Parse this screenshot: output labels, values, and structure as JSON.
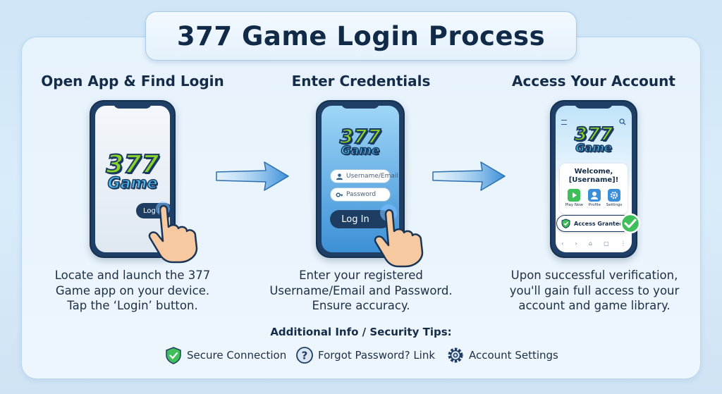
{
  "title": "377 Game Login Process",
  "logo": {
    "number": "377",
    "word": "Game"
  },
  "steps": [
    {
      "heading": "Open App & Find Login",
      "button_label": "Log In",
      "description": [
        "Locate and launch the 377",
        "Game app on your device.",
        "Tap the ‘Login’ button."
      ]
    },
    {
      "heading": "Enter Credentials",
      "username_placeholder": "Username/Email",
      "password_placeholder": "Password",
      "button_label": "Log In",
      "description": [
        "Enter your registered",
        "Username/Email and Password.",
        "Ensure accuracy."
      ]
    },
    {
      "heading": "Access Your Account",
      "welcome": [
        "Welcome,",
        "[Username]!"
      ],
      "actions": [
        "Play Now",
        "Profile",
        "Settings"
      ],
      "status": "Access Granted",
      "description": [
        "Upon successful verification,",
        "you'll gain full access to your",
        "account and game library."
      ]
    }
  ],
  "tips": {
    "heading": "Additional Info / Security Tips:",
    "items": [
      {
        "label": "Secure Connection",
        "icon": "shield-check-icon"
      },
      {
        "label": "Forgot Password? Link",
        "icon": "question-circle-icon"
      },
      {
        "label": "Account Settings",
        "icon": "gear-icon"
      }
    ]
  },
  "colors": {
    "navy": "#142c47",
    "logo_green": "#8bd22c",
    "logo_blue": "#4fb7ec",
    "accent_blue": "#3a8fd8",
    "success": "#3fbf5a"
  }
}
